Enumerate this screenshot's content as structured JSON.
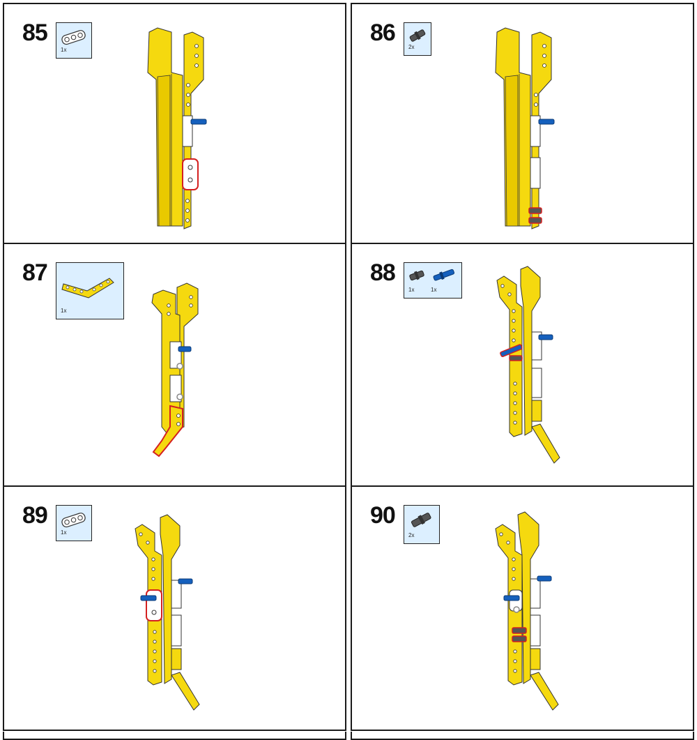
{
  "colors": {
    "yellow": "#f5d90f",
    "yellow_shade": "#d7b800",
    "outline": "#333333",
    "white_part": "#ffffff",
    "blue_part": "#1560bd",
    "dark_part": "#555555",
    "highlight": "#d42020",
    "callout_bg": "#dcefff"
  },
  "steps": [
    {
      "number": "85",
      "parts": [
        {
          "icon": "white-beam-3-icon",
          "qty": "1x"
        }
      ]
    },
    {
      "number": "86",
      "parts": [
        {
          "icon": "black-friction-pin-icon",
          "qty": "2x"
        }
      ]
    },
    {
      "number": "87",
      "parts": [
        {
          "icon": "yellow-bent-beam-icon",
          "qty": "1x"
        }
      ]
    },
    {
      "number": "88",
      "parts": [
        {
          "icon": "black-friction-pin-icon",
          "qty": "1x"
        },
        {
          "icon": "blue-long-pin-icon",
          "qty": "1x"
        }
      ]
    },
    {
      "number": "89",
      "parts": [
        {
          "icon": "white-beam-3-icon",
          "qty": "1x"
        }
      ]
    },
    {
      "number": "90",
      "parts": [
        {
          "icon": "black-friction-pin-icon",
          "qty": "2x"
        }
      ]
    }
  ]
}
